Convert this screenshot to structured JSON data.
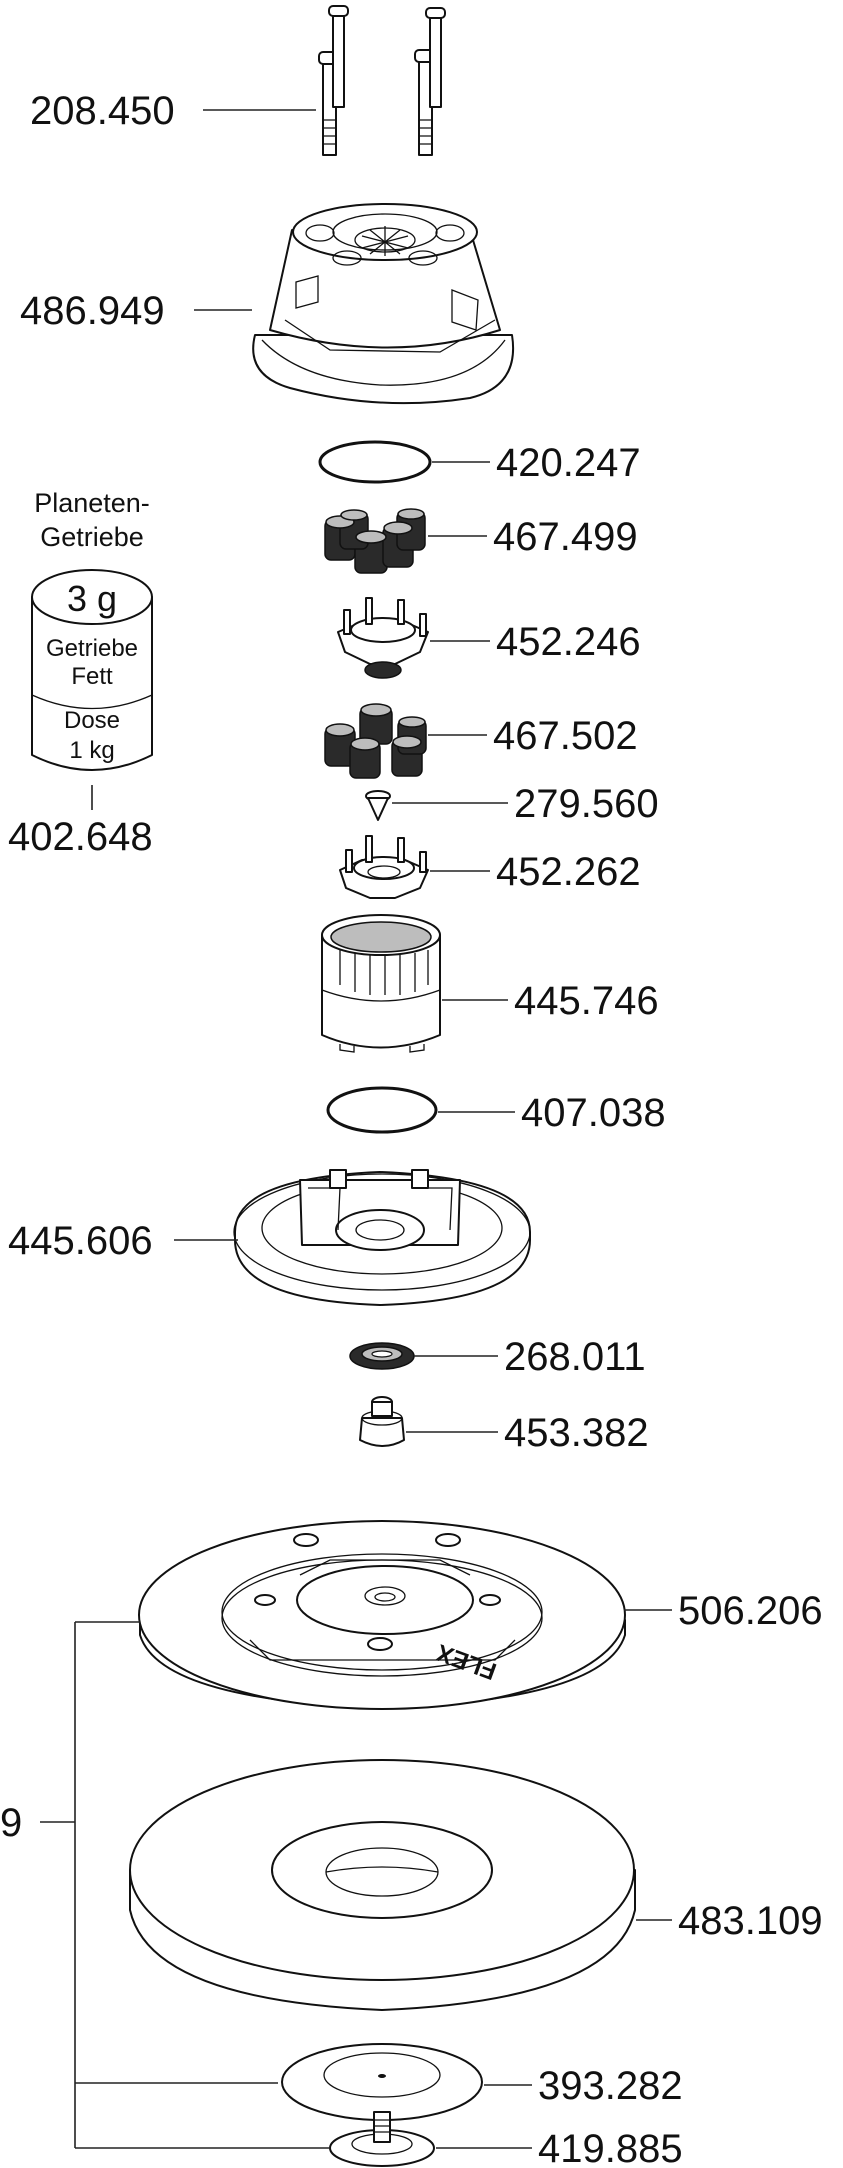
{
  "parts": {
    "screws": "208.450",
    "housing": "486.949",
    "oring_small": "420.247",
    "gears_top": "467.499",
    "carrier_top": "452.246",
    "gears_bottom": "467.502",
    "screw_small": "279.560",
    "carrier_bottom": "452.262",
    "ring_gear": "445.746",
    "oring_large": "407.038",
    "flange": "445.606",
    "seal": "268.011",
    "nut": "453.382",
    "backing_pad": "506.206",
    "foam_pad": "483.109",
    "disc": "393.282",
    "hub": "419.885",
    "assembly": "9"
  },
  "grease": {
    "heading_line1": "Planeten-",
    "heading_line2": "Getriebe",
    "amount": "3 g",
    "type_line1": "Getriebe",
    "type_line2": "Fett",
    "can_line1": "Dose",
    "can_line2": "1 kg",
    "part_number": "402.648"
  },
  "logo_text": "FLEX"
}
